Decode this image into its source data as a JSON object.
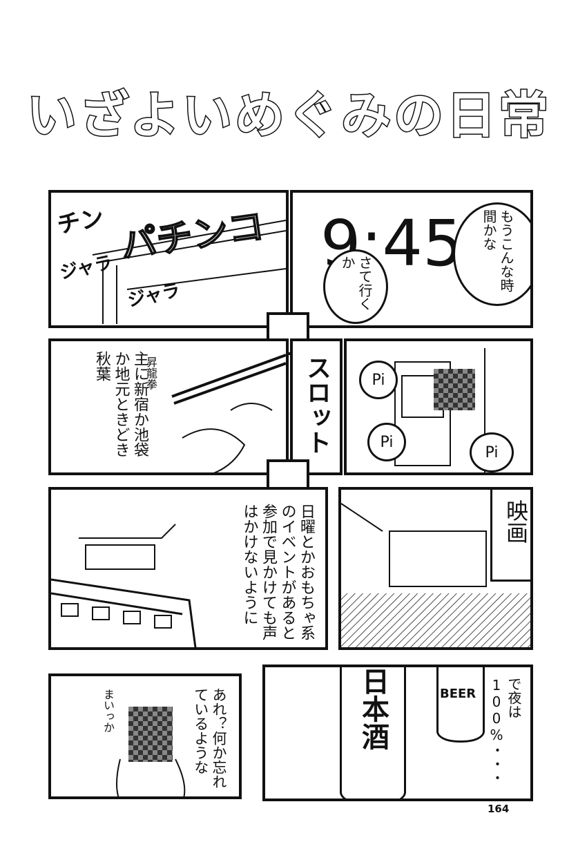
{
  "title": "いざよいめぐみの日常",
  "page_number": "164",
  "panel1": {
    "sfx_1": "チン",
    "sfx_2": "ジャラ",
    "sfx_3": "ジャラ",
    "sign": "パチンコ"
  },
  "panel2": {
    "clock": "9:45",
    "bubble_1": "もうこんな時間かな",
    "bubble_2": "さて行くか"
  },
  "panel3": {
    "caption": "主に新宿か池袋か地元ときどき秋葉",
    "move_label": "昇龍拳"
  },
  "panel4": {
    "label": "スロット"
  },
  "panel5": {
    "sfx_1": "Pi",
    "sfx_2": "Pi",
    "sfx_3": "Pi"
  },
  "panel6": {
    "caption": "日曜とかおもちゃ系のイベントがあると参加で見かけても声はかけないように"
  },
  "panel7": {
    "label": "映画"
  },
  "panel8": {
    "thought_1": "まいっか",
    "thought_2": "あれ？何か忘れているような"
  },
  "panel9": {
    "sign_1": "日本酒",
    "sign_2": "BEER",
    "caption": "で夜は100%・・・"
  }
}
